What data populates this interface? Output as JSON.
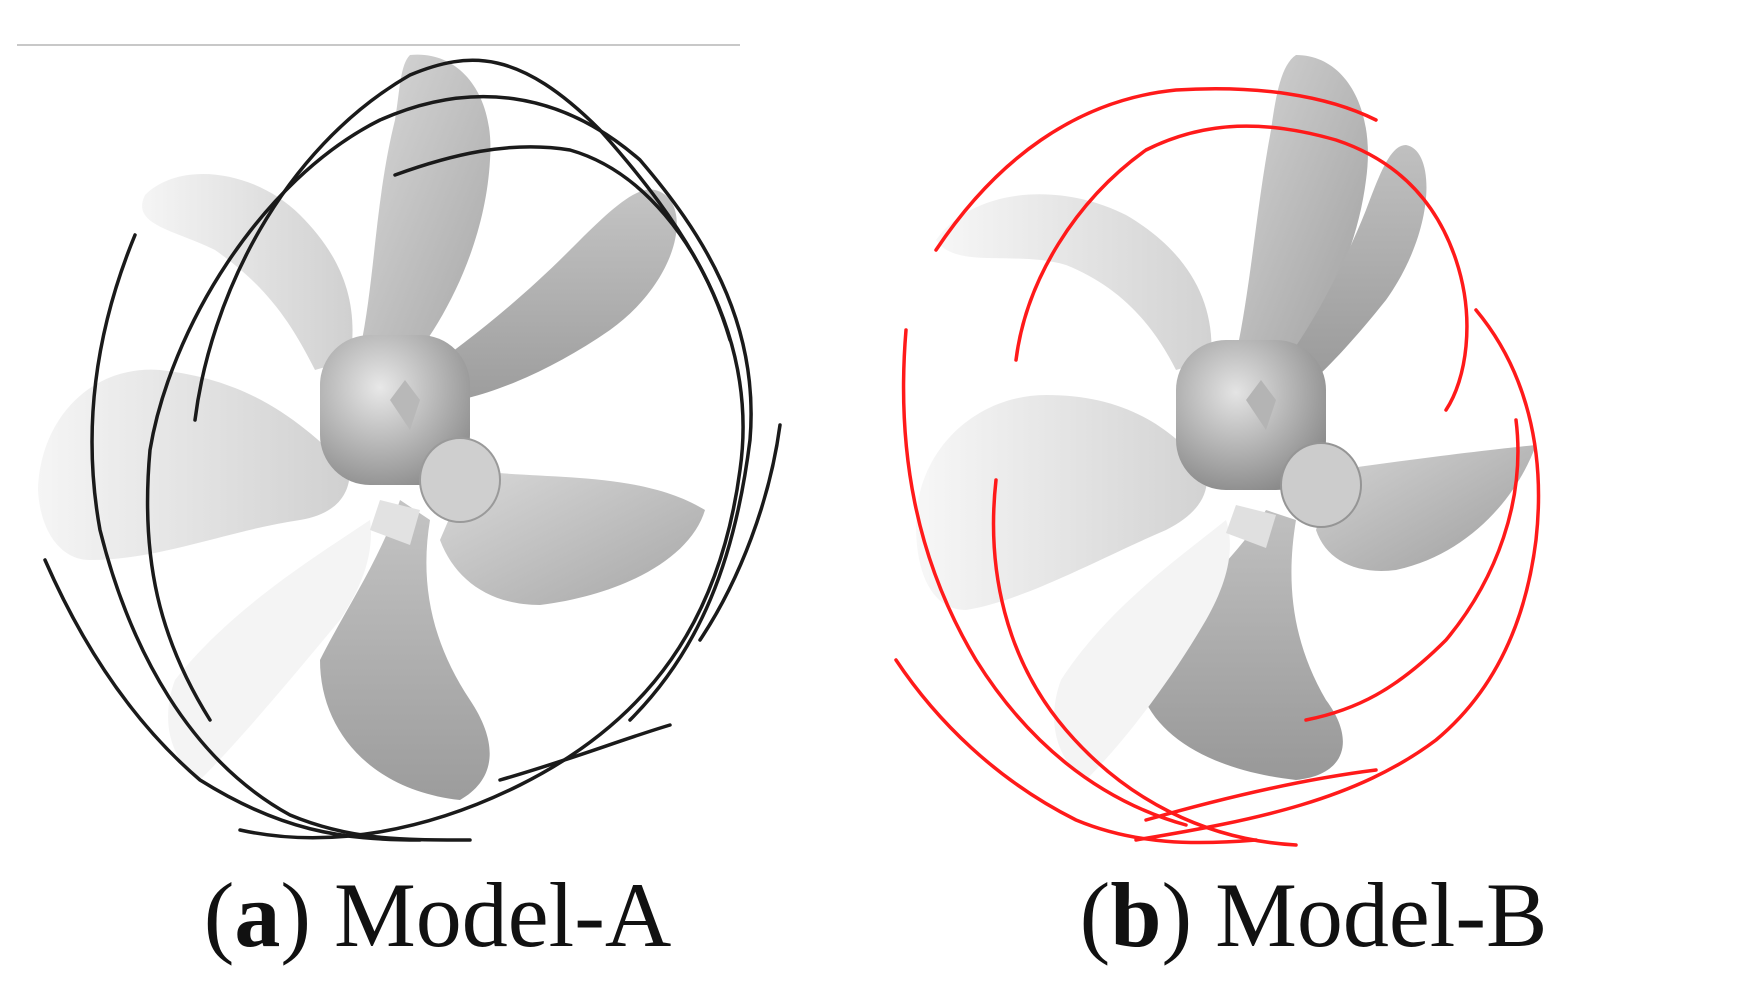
{
  "panels": [
    {
      "letter": "a",
      "model": "Model-A",
      "tip_vortex_color": "#1a1a1a"
    },
    {
      "letter": "b",
      "model": "Model-B",
      "tip_vortex_color": "#ff1a1a"
    }
  ],
  "colors": {
    "background": "#ffffff",
    "propeller_light": "#e6e6e6",
    "propeller_dark": "#a8a8a8"
  }
}
